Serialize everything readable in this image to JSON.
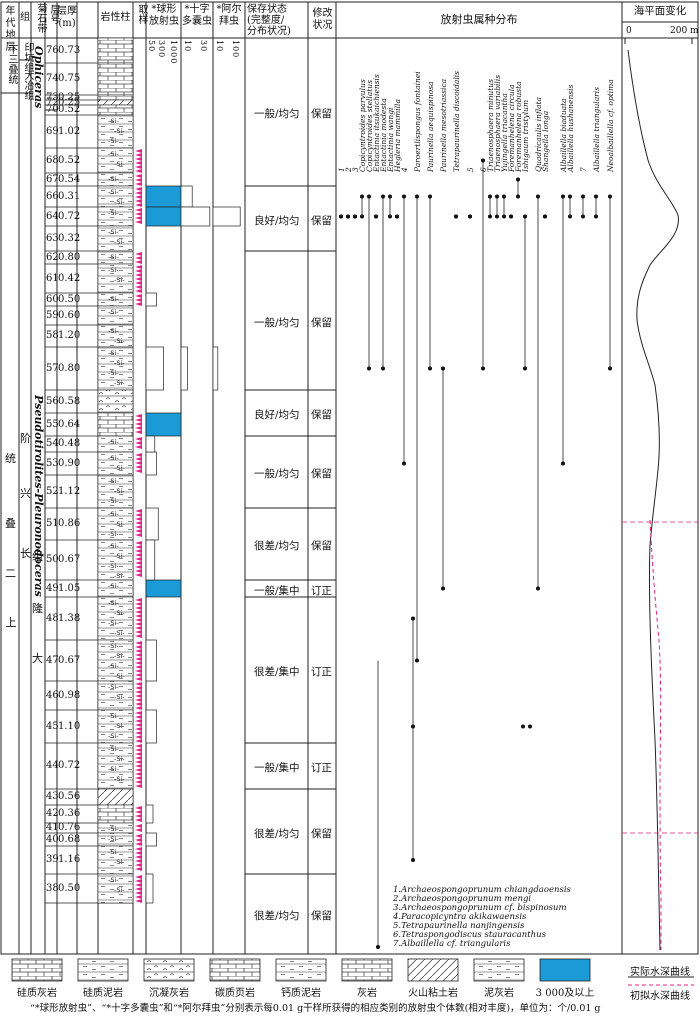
{
  "headers": {
    "era": "年代\n地层",
    "formation": "组",
    "ammonoid_zone": "菊石带",
    "bed_no": "层号",
    "thickness": "层厚\n(m)",
    "lithology": "岩性柱",
    "sample": "取样",
    "sphere_rad": "*球形\n放射虫",
    "cross_rad": "*十字\n多囊虫",
    "albaillella": "*阿尔\n拜虫",
    "preservation": "保存状态\n(完整度/\n分布状况)",
    "correction": "修改\n状况",
    "distribution": "放射虫属种分布",
    "sea_level": "海平面变化",
    "sea_zero": "0",
    "sea_scale": "200 m"
  },
  "scale_ticks": {
    "sphere": [
      "50",
      "300",
      "1000"
    ],
    "cross": [
      "10",
      "30"
    ],
    "alb": [
      "10",
      "100"
    ]
  },
  "strat_labels": {
    "lower_triassic": "下三叠统",
    "yinkeng": "印坑组",
    "dalong": "大冶组",
    "ophiceras": "Ophiceras",
    "upper": "上",
    "permian": "二",
    "series": "叠",
    "tong": "统",
    "changxing": "长",
    "xing": "兴",
    "jie": "阶",
    "dalong_fm": "大",
    "long": "隆",
    "zu": "组",
    "zone": "Pseudotirolites-Pleuronodoceras"
  },
  "beds": [
    {
      "no": "76",
      "th": "0.73"
    },
    {
      "no": "74",
      "th": "0.75"
    },
    {
      "no": "73",
      "th": "0.25"
    },
    {
      "no": "72",
      "th": "0.25"
    },
    {
      "no": "70",
      "th": "0.52"
    },
    {
      "no": "69",
      "th": "1.02"
    },
    {
      "no": "68",
      "th": "0.52"
    },
    {
      "no": "67",
      "th": "0.54"
    },
    {
      "no": "66",
      "th": "0.31"
    },
    {
      "no": "64",
      "th": "0.72"
    },
    {
      "no": "63",
      "th": "0.32"
    },
    {
      "no": "62",
      "th": "0.80"
    },
    {
      "no": "61",
      "th": "0.42"
    },
    {
      "no": "60",
      "th": "0.50"
    },
    {
      "no": "59",
      "th": "0.60"
    },
    {
      "no": "58",
      "th": "1.20"
    },
    {
      "no": "57",
      "th": "0.80"
    },
    {
      "no": "56",
      "th": "0.58"
    },
    {
      "no": "55",
      "th": "0.64"
    },
    {
      "no": "54",
      "th": "0.48"
    },
    {
      "no": "53",
      "th": "0.90"
    },
    {
      "no": "52",
      "th": "1.12"
    },
    {
      "no": "51",
      "th": "0.86"
    },
    {
      "no": "50",
      "th": "0.67"
    },
    {
      "no": "49",
      "th": "1.05"
    },
    {
      "no": "48",
      "th": "1.38"
    },
    {
      "no": "47",
      "th": "0.67"
    },
    {
      "no": "46",
      "th": "0.98"
    },
    {
      "no": "45",
      "th": "1.10"
    },
    {
      "no": "44",
      "th": "0.72"
    },
    {
      "no": "43",
      "th": "0.56"
    },
    {
      "no": "42",
      "th": "0.36"
    },
    {
      "no": "41",
      "th": "0.76"
    },
    {
      "no": "40",
      "th": "0.68"
    },
    {
      "no": "39",
      "th": "1.16"
    },
    {
      "no": "38",
      "th": "0.50"
    }
  ],
  "preservation": [
    {
      "state": "一般/均匀",
      "mod": "保留"
    },
    {
      "state": "良好/均匀",
      "mod": "保留"
    },
    {
      "state": "一般/均匀",
      "mod": "保留"
    },
    {
      "state": "良好/均匀",
      "mod": "保留"
    },
    {
      "state": "一般/均匀",
      "mod": "保留"
    },
    {
      "state": "很差/均匀",
      "mod": "保留"
    },
    {
      "state": "一般/集中",
      "mod": "订正"
    },
    {
      "state": "很差/集中",
      "mod": "订正"
    },
    {
      "state": "一般/集中",
      "mod": "订正"
    },
    {
      "state": "很差/均匀",
      "mod": "保留"
    },
    {
      "state": "很差/均匀",
      "mod": "保留"
    }
  ],
  "taxa": [
    "1",
    "2",
    "3",
    "Copicyntroides parvulus",
    "Copicyntroides stellatus",
    "Entactinia itsukaichiensis",
    "Entactinia modesta",
    "Entactinia wangi",
    "Hegleria mammilla",
    "4",
    "Paroertlispongus fontainei",
    "Paurinella aequispinosa",
    "Paurinella mesotriassica",
    "Tetrapaurinella discoidalis",
    "5",
    "6",
    "Triaenosphaera minutus",
    "Triaenosphaera variabilis",
    "Yujingella triacantha",
    "Foremanhelena circula",
    "Foremanhelena robusta",
    "Ishigaum tristylum",
    "Quadricaulis inflata",
    "Shangella longa",
    "Albaillella biaduata",
    "Albaillella hushanensis",
    "7",
    "Albaillella triangularis",
    "Neoalbaillella cf. optima"
  ],
  "species_list": [
    "1.Archaeospongoprunum chiangdaoensis",
    "2.Archaeospongoprunum mengi",
    "3.Archaeospongoprunum cf. bispinosum",
    "4.Paracopicyntra akikawaensis",
    "5.Tetrapaurinella nanjingensis",
    "6.Tetraspongodiscus stauracanthus",
    "7.Albaillella cf. triangularis"
  ],
  "legend": [
    {
      "label": "硅质灰岩"
    },
    {
      "label": "硅质泥岩"
    },
    {
      "label": "沉凝灰岩"
    },
    {
      "label": "碳质页岩"
    },
    {
      "label": "钙质泥岩"
    },
    {
      "label": "灰岩"
    },
    {
      "label": "火山粘土岩"
    },
    {
      "label": "泥灰岩"
    },
    {
      "label": "3 000及以上"
    }
  ],
  "curve_legend": {
    "actual": "实际水深曲线",
    "fitted": "初拟水深曲线"
  },
  "footnote": "“*球形放射虫”、“*十字多囊虫”和“*阿尔拜虫”分别表示每0.01 g干样所获得的相应类别的放射虫个体数(相对丰度)，单位为：个/0.01 g",
  "colors": {
    "fill_high": "#1a9ad6",
    "sample_mark": "#e0218a",
    "fitted_curve": "#e0218a"
  }
}
